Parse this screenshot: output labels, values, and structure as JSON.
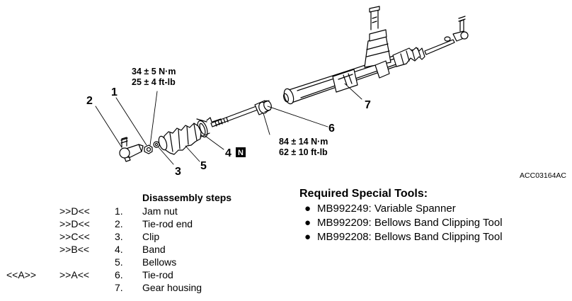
{
  "diagram": {
    "callouts": [
      "1",
      "2",
      "3",
      "4",
      "5",
      "6",
      "7"
    ],
    "torque_tierod_end": {
      "nm": "34 ± 5 N·m",
      "ftlb": "25 ± 4 ft-lb"
    },
    "torque_tierod": {
      "nm": "84 ± 14 N·m",
      "ftlb": "62 ± 10 ft-lb"
    },
    "n_badge": "N",
    "figure_id": "ACC03164AC"
  },
  "disassembly": {
    "title": "Disassembly steps",
    "steps": [
      {
        "outer": "",
        "inner": ">>D<<",
        "num": "1.",
        "name": "Jam nut"
      },
      {
        "outer": "",
        "inner": ">>D<<",
        "num": "2.",
        "name": "Tie-rod end"
      },
      {
        "outer": "",
        "inner": ">>C<<",
        "num": "3.",
        "name": "Clip"
      },
      {
        "outer": "",
        "inner": ">>B<<",
        "num": "4.",
        "name": "Band"
      },
      {
        "outer": "",
        "inner": "",
        "num": "5.",
        "name": "Bellows"
      },
      {
        "outer": "<<A>>",
        "inner": ">>A<<",
        "num": "6.",
        "name": "Tie-rod"
      },
      {
        "outer": "",
        "inner": "",
        "num": "7.",
        "name": "Gear housing"
      }
    ]
  },
  "special_tools": {
    "title": "Required Special Tools:",
    "bullet": "●",
    "items": [
      "MB992249: Variable Spanner",
      "MB992209: Bellows Band Clipping Tool",
      "MB992208: Bellows Band Clipping Tool"
    ]
  }
}
